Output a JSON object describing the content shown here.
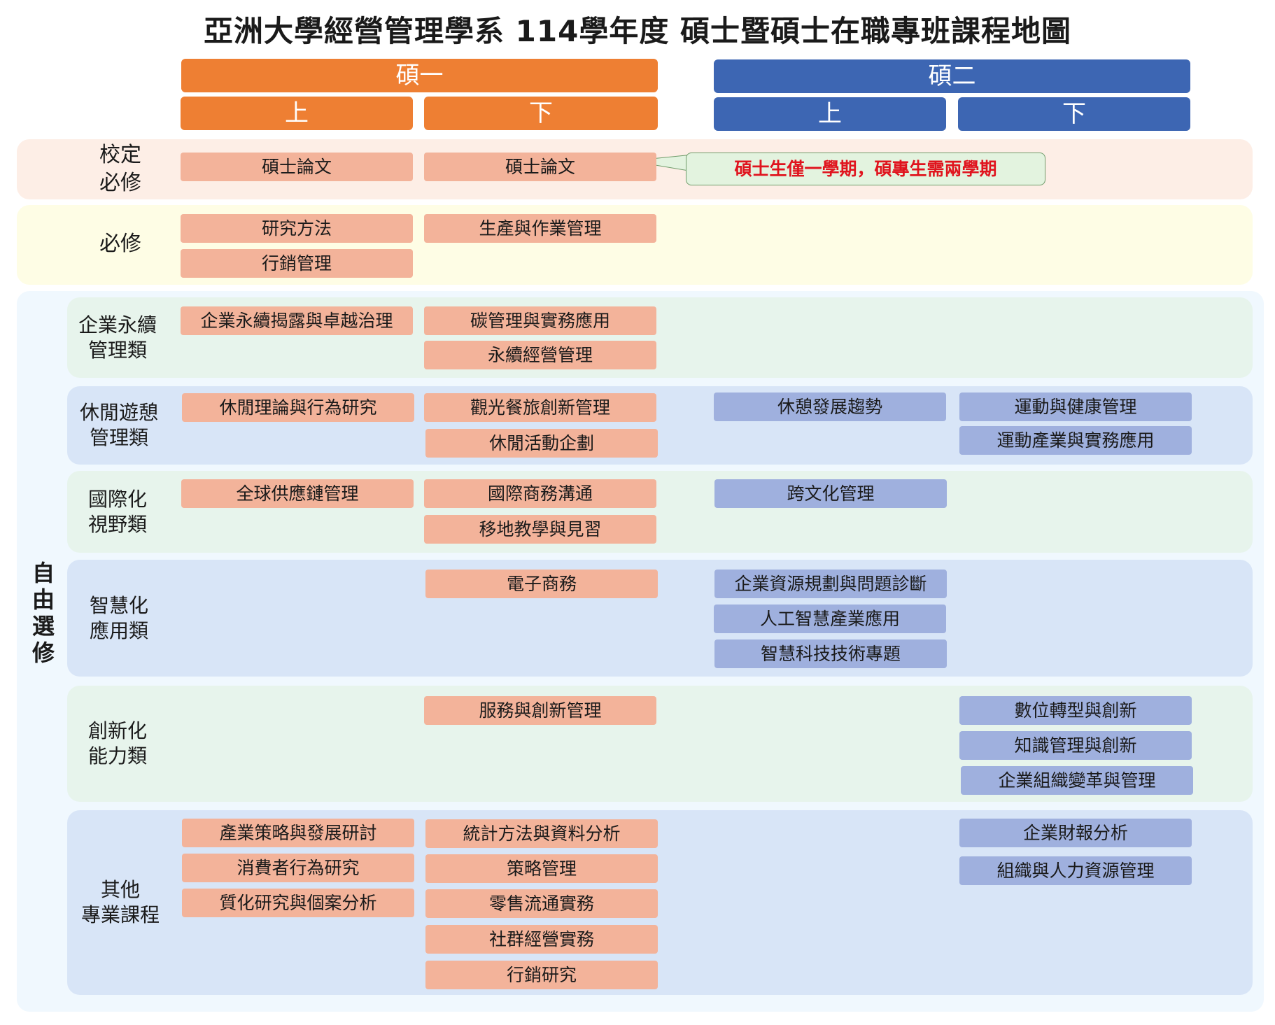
{
  "title": "亞洲大學經營管理學系 114學年度 碩士暨碩士在職專班課程地圖",
  "headers": {
    "year1": "碩一",
    "year2": "碩二",
    "y1_upper": "上",
    "y1_lower": "下",
    "y2_upper": "上",
    "y2_lower": "下"
  },
  "categories": {
    "school_required": [
      "校定",
      "必修"
    ],
    "required": "必修",
    "free_elective": [
      "自",
      "由",
      "選",
      "修"
    ],
    "sustainability": [
      "企業永續",
      "管理類"
    ],
    "leisure": [
      "休閒遊憩",
      "管理類"
    ],
    "international": [
      "國際化",
      "視野類"
    ],
    "smart": [
      "智慧化",
      "應用類"
    ],
    "innovation": [
      "創新化",
      "能力類"
    ],
    "other": [
      "其他",
      "專業課程"
    ]
  },
  "note": "碩士生僅一學期，碩專生需兩學期",
  "courses": {
    "school_required": {
      "y1_upper": [
        "碩士論文"
      ],
      "y1_lower": [
        "碩士論文"
      ]
    },
    "required": {
      "y1_upper": [
        "研究方法",
        "行銷管理"
      ],
      "y1_lower": [
        "生產與作業管理"
      ]
    },
    "sustainability": {
      "y1_upper": [
        "企業永續揭露與卓越治理"
      ],
      "y1_lower": [
        "碳管理與實務應用",
        "永續經營管理"
      ]
    },
    "leisure": {
      "y1_upper": [
        "休閒理論與行為研究"
      ],
      "y1_lower": [
        "觀光餐旅創新管理",
        "休閒活動企劃"
      ],
      "y2_upper": [
        "休憩發展趨勢"
      ],
      "y2_lower": [
        "運動與健康管理",
        "運動產業與實務應用"
      ]
    },
    "international": {
      "y1_upper": [
        "全球供應鏈管理"
      ],
      "y1_lower": [
        "國際商務溝通",
        "移地教學與見習"
      ],
      "y2_upper": [
        "跨文化管理"
      ]
    },
    "smart": {
      "y1_lower": [
        "電子商務"
      ],
      "y2_upper": [
        "企業資源規劃與問題診斷",
        "人工智慧產業應用",
        "智慧科技技術專題"
      ]
    },
    "innovation": {
      "y1_lower": [
        "服務與創新管理"
      ],
      "y2_lower": [
        "數位轉型與創新",
        "知識管理與創新",
        "企業組織變革與管理"
      ]
    },
    "other": {
      "y1_upper": [
        "產業策略與發展研討",
        "消費者行為研究",
        "質化研究與個案分析"
      ],
      "y1_lower": [
        "統計方法與資料分析",
        "策略管理",
        "零售流通實務",
        "社群經營實務",
        "行銷研究"
      ],
      "y2_lower": [
        "企業財報分析",
        "組織與人力資源管理"
      ]
    }
  },
  "colors": {
    "year1_header": "#ee7f33",
    "year2_header": "#3d66b3",
    "year1_course": "#f3b39a",
    "year2_course": "#9fb0de",
    "note_text": "#e0141e"
  }
}
